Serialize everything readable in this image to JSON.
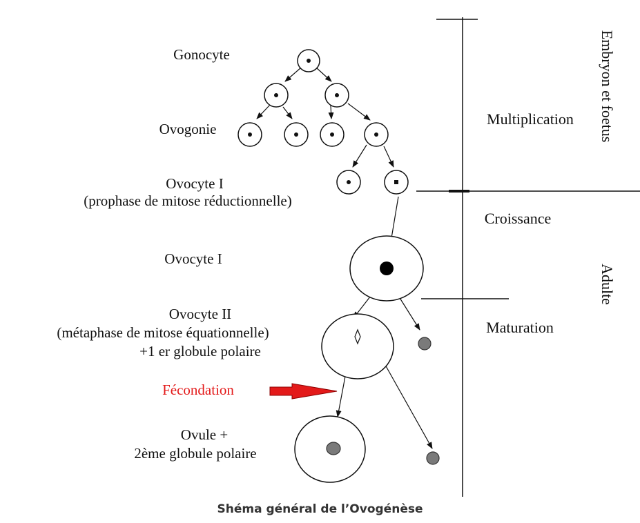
{
  "labels": {
    "gonocyte": "Gonocyte",
    "ovogonie": "Ovogonie",
    "ovocyte1_a": "Ovocyte I",
    "ovocyte1_a_sub": "(prophase de mitose réductionnelle)",
    "ovocyte1_b": "Ovocyte I",
    "ovocyte2": "Ovocyte II",
    "ovocyte2_sub1": "(métaphase de mitose équationnelle)",
    "ovocyte2_sub2": "+1 er globule polaire",
    "fecondation": "Fécondation",
    "ovule": "Ovule +",
    "ovule_sub": "2ème globule polaire"
  },
  "phases": {
    "multiplication": "Multiplication",
    "croissance": "Croissance",
    "maturation": "Maturation"
  },
  "periods": {
    "embryon": "Embryon et foetus",
    "adulte": "Adulte"
  },
  "caption": "Shéma général de l’Ovogénèse",
  "colors": {
    "fecondation": "#e31a1a",
    "globule": "#7a7a7a",
    "line": "#111111"
  }
}
